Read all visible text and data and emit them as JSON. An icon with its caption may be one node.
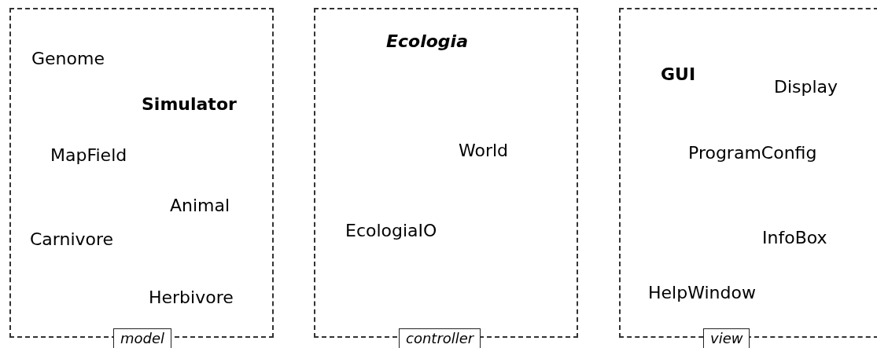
{
  "diagram": {
    "nodes": [
      {
        "text": [
          "Genome",
          "Simulator",
          "MapField",
          "Animal",
          "Carnivore",
          "Herbivore",
          "model"
        ]
      },
      {
        "text": [
          "Ecologia",
          "World",
          "EcologiaIO",
          "controller"
        ]
      },
      {
        "text": [
          "GUI",
          "Display",
          "ProgramConfig",
          "InfoBox",
          "HelpWindow",
          "view"
        ]
      }
    ]
  }
}
